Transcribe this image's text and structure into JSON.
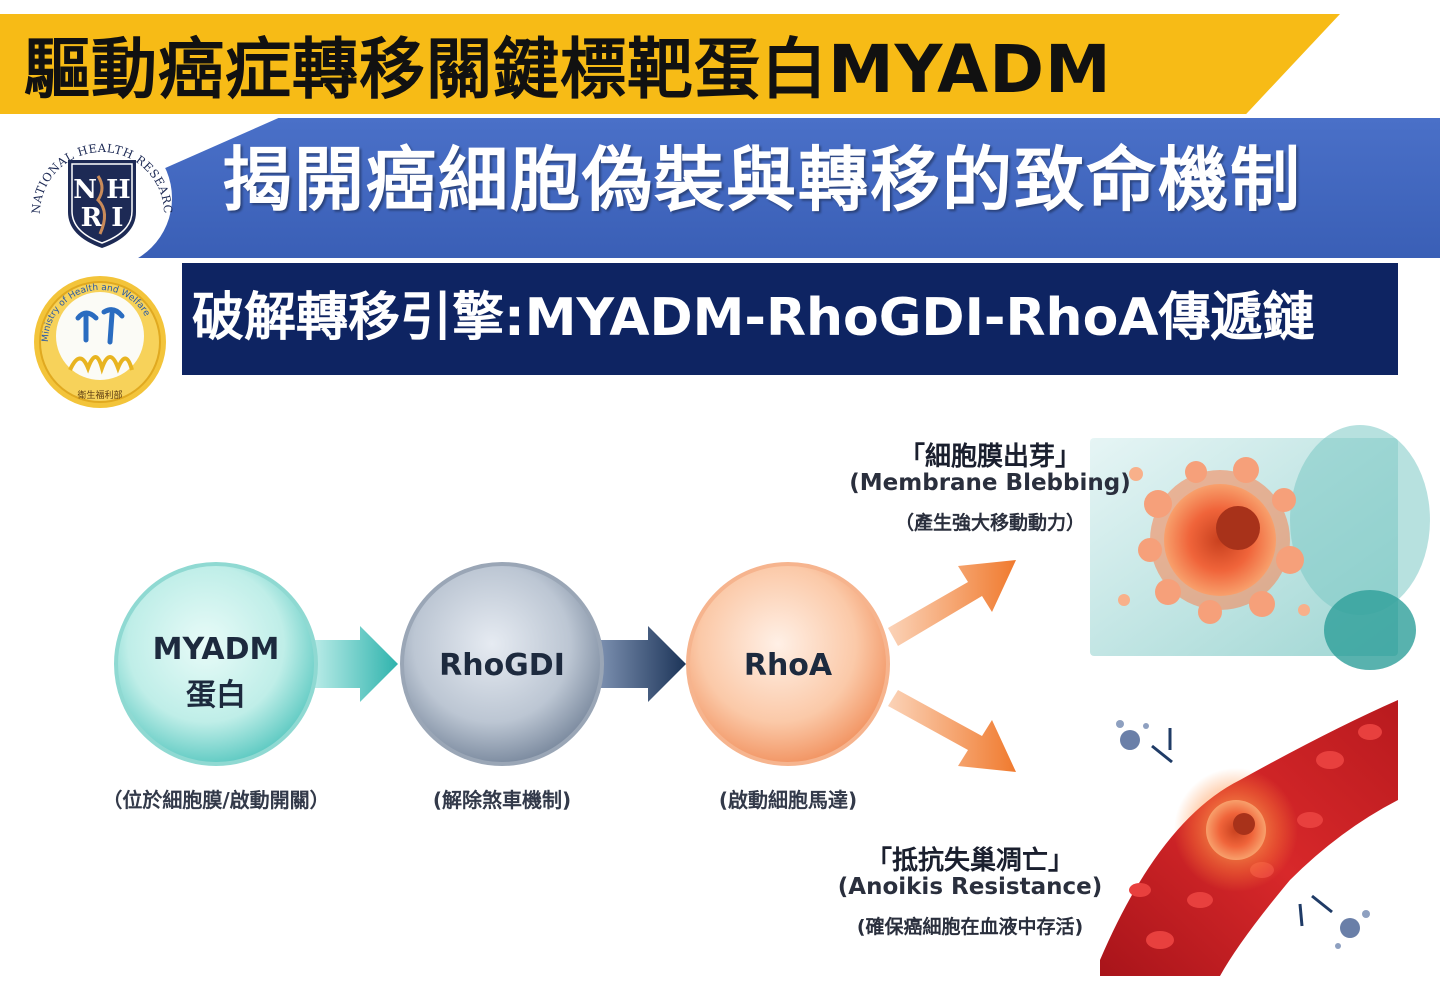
{
  "header": {
    "title": "驅動癌症轉移關鍵標靶蛋白MYADM",
    "subtitle": "揭開癌細胞偽裝與轉移的致命機制"
  },
  "logos": {
    "nhri": {
      "ring_text": "NATIONAL HEALTH RESEARCH INSTITUTES",
      "letters": "NHRI"
    },
    "mohw": {
      "ring_text": "Ministry of Health and Welfare",
      "bottom_text": "衛生福利部"
    }
  },
  "pathway": {
    "title": "破解轉移引擎:MYADM-RhoGDI-RhoA傳遞鏈",
    "nodes": [
      {
        "name": "MYADM",
        "name2": "蛋白",
        "caption": "（位於細胞膜/啟動開關）",
        "color": "#3dbdb5"
      },
      {
        "name": "RhoGDI",
        "caption": "(解除煞車機制)",
        "color": "#6f7f95"
      },
      {
        "name": "RhoA",
        "caption": "(啟動細胞馬達)",
        "color": "#f08a55"
      }
    ],
    "outcomes": [
      {
        "title": "「細胞膜出芽」",
        "english": "(Membrane Blebbing)",
        "note": "（產生強大移動動力）"
      },
      {
        "title": "「抵抗失巢凋亡」",
        "english": "(Anoikis Resistance)",
        "note": "(確保癌細胞在血液中存活)"
      }
    ]
  },
  "colors": {
    "yellow_banner": "#f7bb16",
    "blue_banner": "#3a5fb6",
    "dark_bar": "#0e2462",
    "teal_arrow": "#2fb3ad",
    "navy_arrow": "#1c3458",
    "orange_arrow": "#f07a2e"
  }
}
